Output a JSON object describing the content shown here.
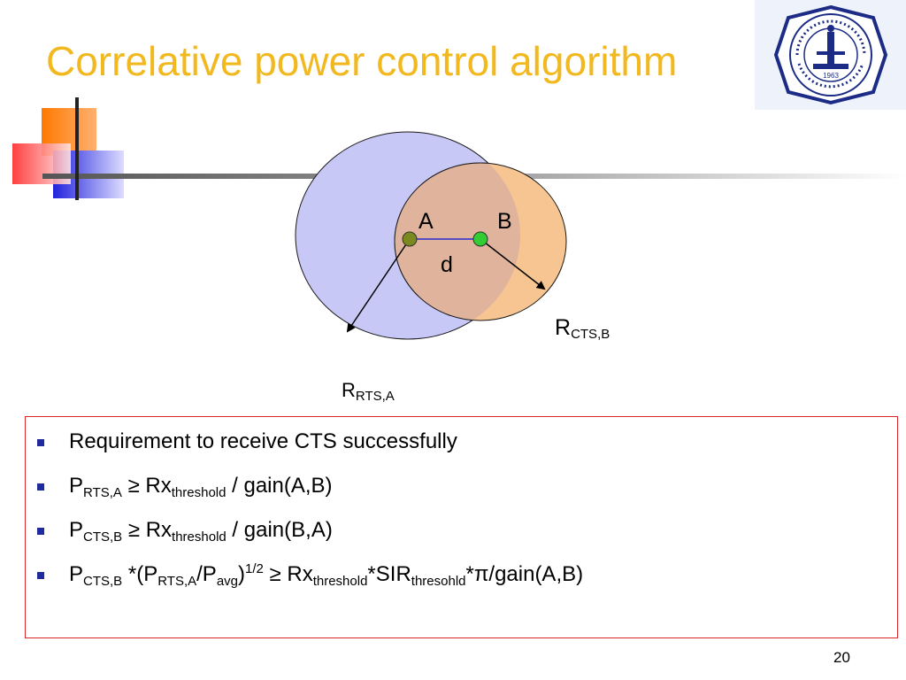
{
  "slide": {
    "title": "Correlative power control algorithm",
    "page_number": "20"
  },
  "diagram": {
    "node_a": "A",
    "node_b": "B",
    "distance": "d",
    "radius_b": {
      "base": "R",
      "sub": "CTS,B"
    },
    "radius_a": {
      "base": "R",
      "sub": "RTS,A"
    },
    "colors": {
      "circle_a_fill": "#c8c8f7",
      "circle_b_fill": "#f6c592",
      "overlap": "#e0b49c",
      "node_a": "#7a8a1e",
      "node_b": "#33cc33",
      "link": "#2a2ad0"
    }
  },
  "bullets": {
    "b1": {
      "text": "Requirement to receive CTS successfully"
    },
    "b2": {
      "p": "P",
      "p_sub": "RTS,A",
      "op": " ≥ Rx",
      "rx_sub": "threshold",
      "rest": " / gain(A,B)"
    },
    "b3": {
      "p": "P",
      "p_sub": "CTS,B",
      "op": " ≥ Rx",
      "rx_sub": "threshold",
      "rest": " / gain(B,A)"
    },
    "b4": {
      "p": "P",
      "p_sub": "CTS,B",
      "t1": " *(P",
      "t1_sub": "RTS,A",
      "t2": "/P",
      "t2_sub": "avg",
      "t3": ")",
      "t3_sup": "1/2",
      "t4": " ≥ Rx",
      "t4_sub": "threshold",
      "t5": "*SIR",
      "t5_sub": "thresohld",
      "t6": "*π/gain(A,B)"
    }
  },
  "logo": {
    "icon": "university-seal-icon",
    "top_text": "جامعة الملك فهد للبترول والمعادن",
    "bottom_text": "KING FAHD UNIVERSITY OF PETROLEUM & MINERALS",
    "year": "1963"
  }
}
